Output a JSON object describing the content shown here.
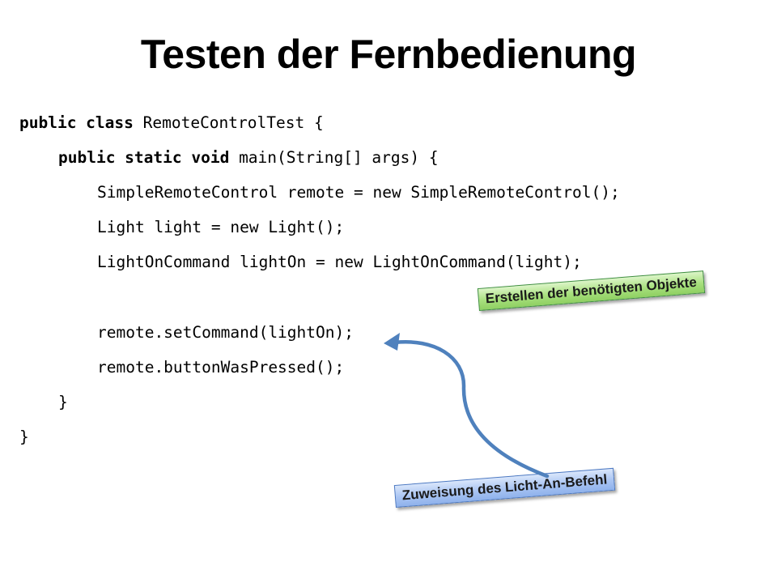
{
  "slide": {
    "title": "Testen der Fernbedienung"
  },
  "code": {
    "line1": {
      "kw": "public class",
      "rest": " RemoteControlTest {"
    },
    "line2": {
      "kw": "public static void",
      "rest": " main(String[] args) {"
    },
    "line3": "SimpleRemoteControl remote = new SimpleRemoteControl();",
    "line4": "Light light = new Light();",
    "line5": "LightOnCommand lightOn = new LightOnCommand(light);",
    "line6": "remote.setCommand(lightOn);",
    "line7": "remote.buttonWasPressed();",
    "line8": "}",
    "line9": "}"
  },
  "callouts": {
    "create_objects": "Erstellen der benötigten Objekte",
    "assign_command": "Zuweisung des Licht-An-Befehl"
  },
  "colors": {
    "green_callout": "#a8e07e",
    "blue_callout": "#a9c4f2",
    "arrow": "#4f81bd"
  }
}
